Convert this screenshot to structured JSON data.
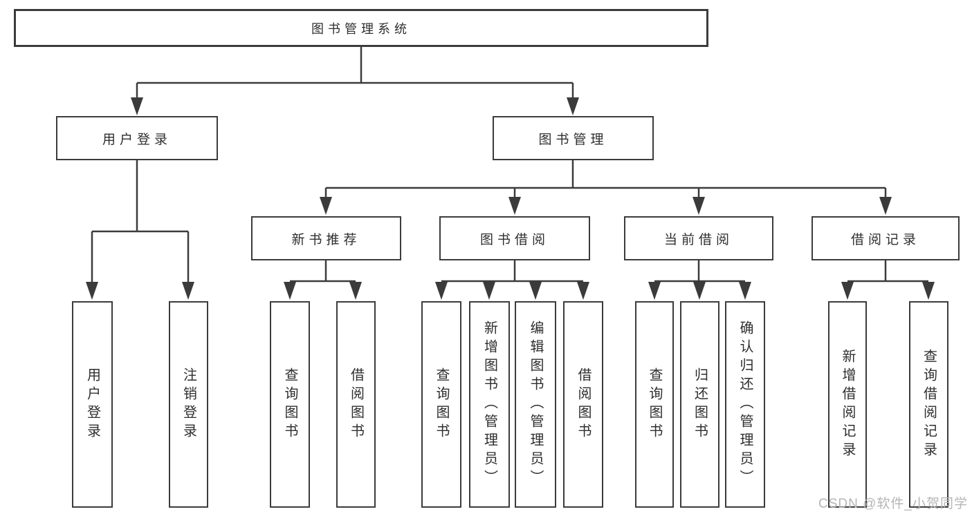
{
  "diagram_title": "图书管理系统",
  "colors": {
    "line": "#3b3b3b",
    "text": "#2e2e2e",
    "node_fill": "#ffffff",
    "background": "#ffffff",
    "watermark": "#b5b5b5"
  },
  "root": {
    "label": "图书管理系统"
  },
  "level2": [
    {
      "label": "用户登录"
    },
    {
      "label": "图书管理"
    }
  ],
  "level3": [
    {
      "label": "新书推荐"
    },
    {
      "label": "图书借阅"
    },
    {
      "label": "当前借阅"
    },
    {
      "label": "借阅记录"
    }
  ],
  "leaf_groups": [
    {
      "parent": "用户登录",
      "items": [
        "用户登录",
        "注销登录"
      ]
    },
    {
      "parent": "新书推荐",
      "items": [
        "查询图书",
        "借阅图书"
      ]
    },
    {
      "parent": "图书借阅",
      "items": [
        "查询图书",
        "新增图书（管理员）",
        "编辑图书（管理员）",
        "借阅图书"
      ]
    },
    {
      "parent": "当前借阅",
      "items": [
        "查询图书",
        "归还图书",
        "确认归还（管理员）"
      ]
    },
    {
      "parent": "借阅记录",
      "items": [
        "新增借阅记录",
        "查询借阅记录"
      ]
    }
  ],
  "watermark": "CSDN @软件_小贺同学"
}
